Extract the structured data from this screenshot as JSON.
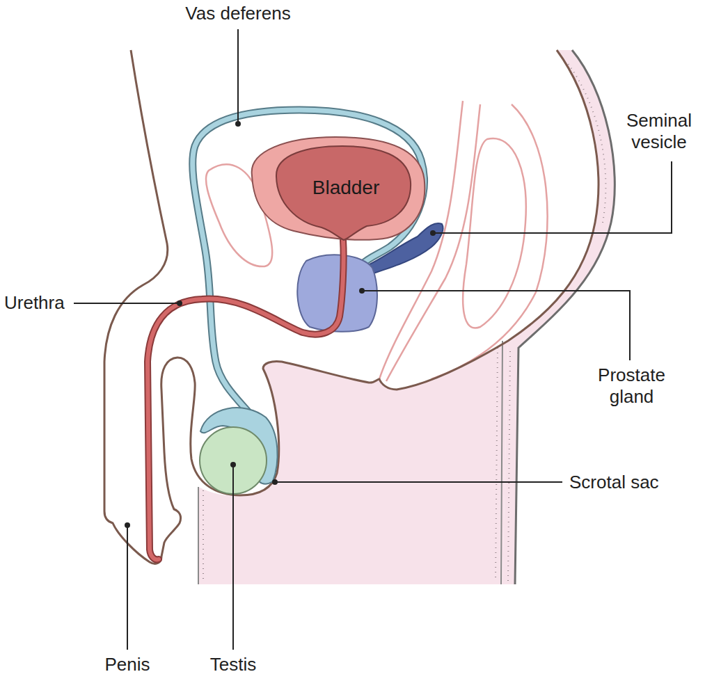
{
  "diagram": {
    "nodes": [
      {
        "text": [
          "Bladder"
        ]
      }
    ],
    "labels": [
      "Vas deferens",
      "Seminal vesicle",
      "Urethra",
      "Prostate gland",
      "Scrotal sac",
      "Penis",
      "Testis"
    ]
  }
}
